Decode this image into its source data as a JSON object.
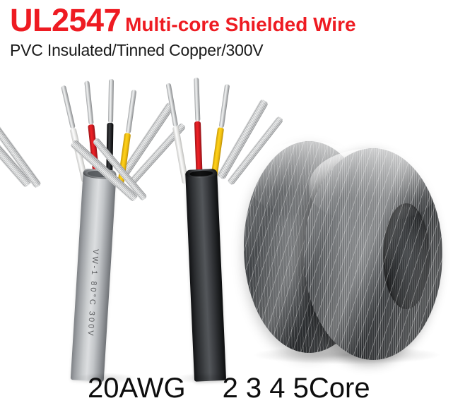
{
  "header": {
    "code": "UL2547",
    "product_name": "Multi-core Shielded Wire",
    "subtitle": "PVC Insulated/Tinned Copper/300V",
    "code_color": "#ee1b22",
    "product_name_color": "#ee1b22",
    "subtitle_color": "#1a1a1a"
  },
  "footer": {
    "gauge": "20AWG",
    "core_options": "2 3 4 5Core",
    "text_color": "#0d0d0d"
  },
  "photo": {
    "background_color": "#ffffff",
    "cables": [
      {
        "name": "gray-jacket-cable",
        "jacket_color": "#c9ccce",
        "jacket_label": "Gray",
        "jacket_print": "VW-1 80°C 300V",
        "core_count": 4,
        "cores": [
          {
            "label": "White",
            "color": "#fdfdfd"
          },
          {
            "label": "Red",
            "color": "#ef2227"
          },
          {
            "label": "Black",
            "color": "#1c1d1f"
          },
          {
            "label": "Yellow",
            "color": "#ffd21a"
          }
        ],
        "shield_label": "Tinned copper braided shield",
        "shield_color": "#d3d5d6"
      },
      {
        "name": "black-jacket-cable",
        "jacket_color": "#2a2c2f",
        "jacket_label": "Black",
        "jacket_print": "",
        "core_count": 3,
        "cores": [
          {
            "label": "White",
            "color": "#fdfdfd"
          },
          {
            "label": "Red",
            "color": "#ef2227"
          },
          {
            "label": "Yellow",
            "color": "#ffd21a"
          }
        ],
        "shield_label": "Tinned copper braided shield",
        "shield_color": "#d3d5d6"
      }
    ],
    "coils": [
      {
        "name": "rear-wire-coil",
        "label": "Black wire coil wrapped in stretch film"
      },
      {
        "name": "front-wire-coil",
        "label": "Black wire coil wrapped in stretch film"
      }
    ]
  }
}
